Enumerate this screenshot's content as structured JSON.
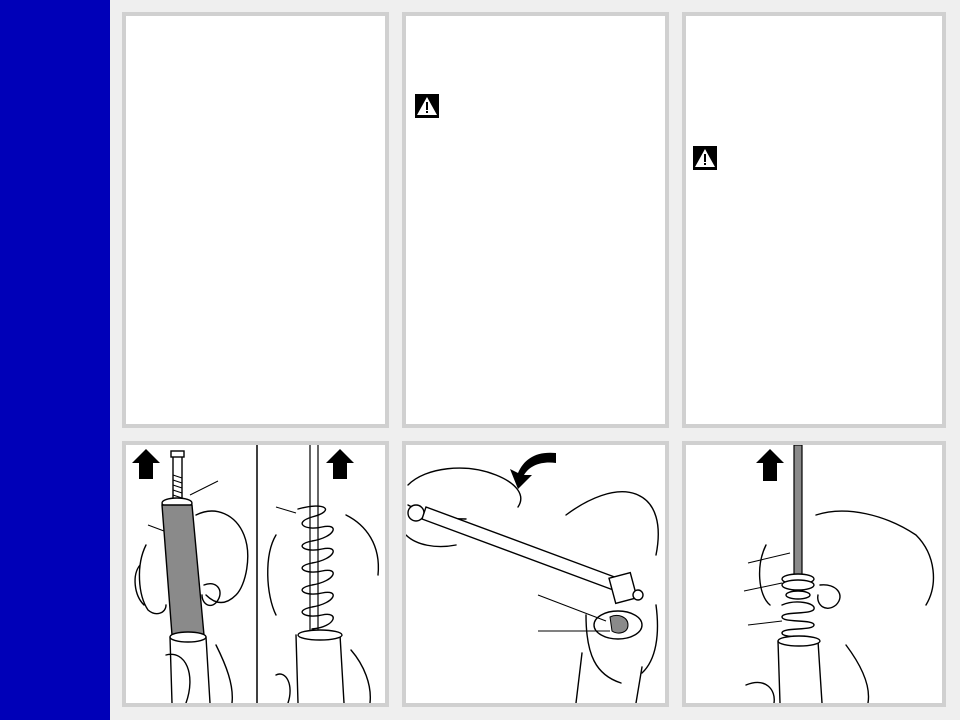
{
  "sidebar": {
    "color": "#0000b8"
  },
  "panels": {
    "step1_text": {
      "warning_icon": false
    },
    "step2_text": {
      "warning_icon": "warning-triangle-icon"
    },
    "step3_text": {
      "warning_icon": "warning-triangle-icon"
    }
  },
  "illustrations": {
    "step1": {
      "arrows": "up",
      "subjects": [
        "cartridge",
        "spring"
      ]
    },
    "step2": {
      "arrows": "counter-clockwise",
      "subjects": [
        "wrench",
        "fork crown"
      ]
    },
    "step3": {
      "arrows": "up",
      "subjects": [
        "rod",
        "washers",
        "spring"
      ]
    }
  },
  "colors": {
    "panel_border": "#d0d0d0",
    "background": "#efefef",
    "cartridge_gray": "#8a8a8a"
  }
}
